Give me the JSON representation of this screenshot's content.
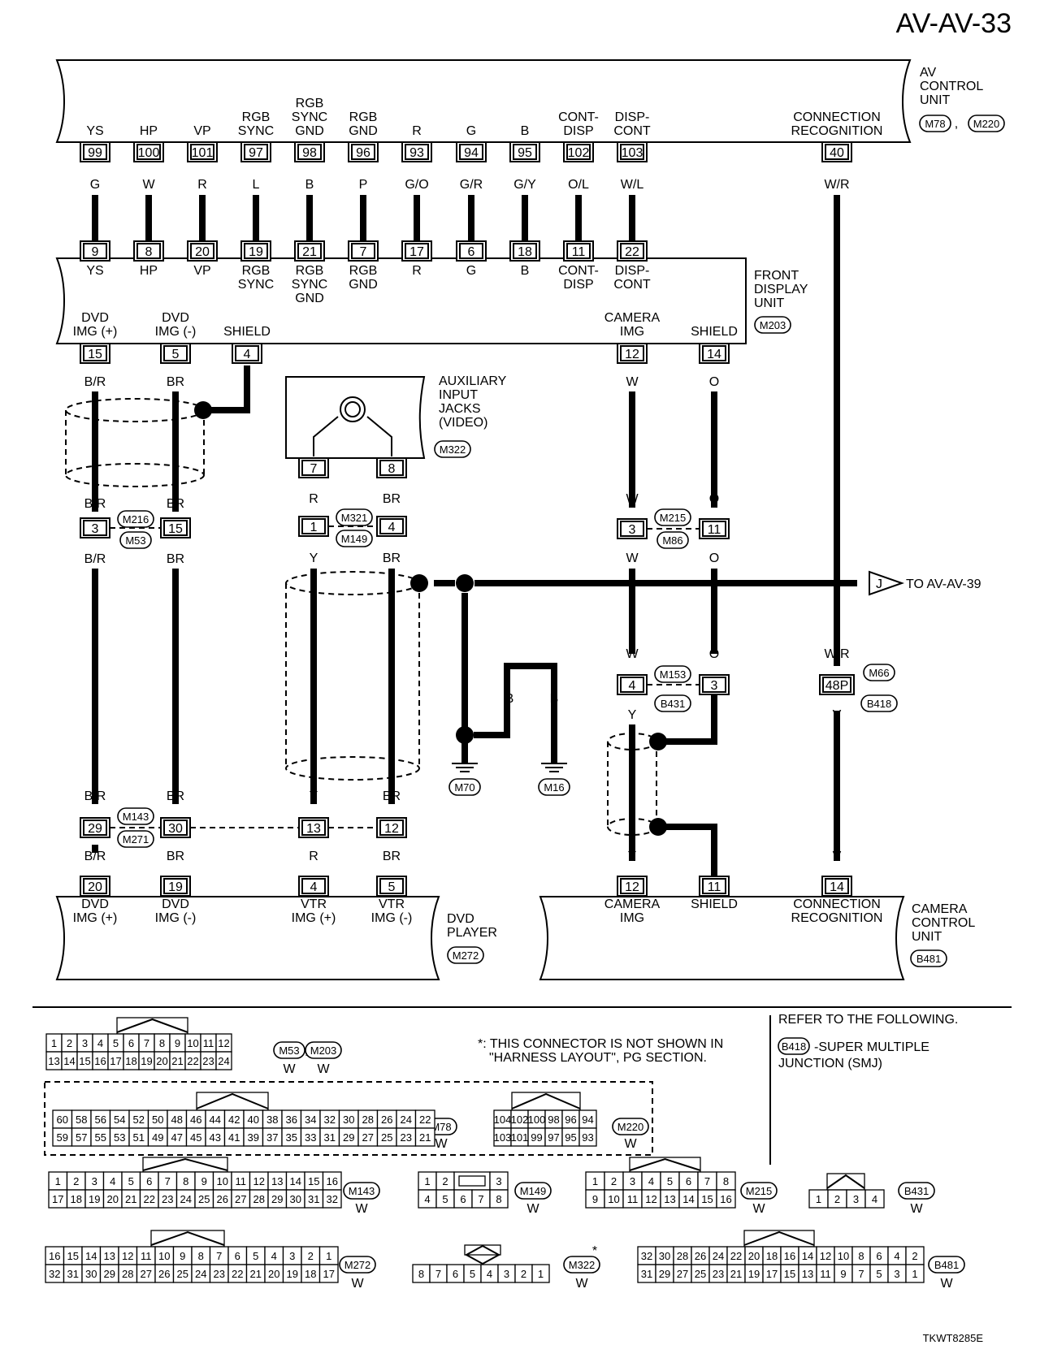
{
  "page_id": "AV-AV-33",
  "figure_code": "TKWT8285E",
  "av_control_unit": {
    "name": [
      "AV",
      "CONTROL",
      "UNIT"
    ],
    "connectors": [
      "M78",
      "M220"
    ],
    "pins": [
      {
        "label": [
          "YS"
        ],
        "pin": "99",
        "color": "G"
      },
      {
        "label": [
          "HP"
        ],
        "pin": "100",
        "color": "W"
      },
      {
        "label": [
          "VP"
        ],
        "pin": "101",
        "color": "R"
      },
      {
        "label": [
          "RGB",
          "SYNC"
        ],
        "pin": "97",
        "color": "L"
      },
      {
        "label": [
          "RGB",
          "SYNC",
          "GND"
        ],
        "pin": "98",
        "color": "B"
      },
      {
        "label": [
          "RGB",
          "GND"
        ],
        "pin": "96",
        "color": "P"
      },
      {
        "label": [
          "R"
        ],
        "pin": "93",
        "color": "G/O"
      },
      {
        "label": [
          "G"
        ],
        "pin": "94",
        "color": "G/R"
      },
      {
        "label": [
          "B"
        ],
        "pin": "95",
        "color": "G/Y"
      },
      {
        "label": [
          "CONT-",
          "DISP"
        ],
        "pin": "102",
        "color": "O/L"
      },
      {
        "label": [
          "DISP-",
          "CONT"
        ],
        "pin": "103",
        "color": "W/L"
      },
      {
        "label": [
          "CONNECTION",
          "RECOGNITION"
        ],
        "pin": "40",
        "color": "W/R"
      }
    ]
  },
  "front_display_unit": {
    "name": [
      "FRONT",
      "DISPLAY",
      "UNIT"
    ],
    "connector": "M203",
    "top_pins": [
      {
        "pin": "9",
        "label": [
          "YS"
        ]
      },
      {
        "pin": "8",
        "label": [
          "HP"
        ]
      },
      {
        "pin": "20",
        "label": [
          "VP"
        ]
      },
      {
        "pin": "19",
        "label": [
          "RGB",
          "SYNC"
        ]
      },
      {
        "pin": "21",
        "label": [
          "RGB",
          "SYNC",
          "GND"
        ]
      },
      {
        "pin": "7",
        "label": [
          "RGB",
          "GND"
        ]
      },
      {
        "pin": "17",
        "label": [
          "R"
        ]
      },
      {
        "pin": "6",
        "label": [
          "G"
        ]
      },
      {
        "pin": "18",
        "label": [
          "B"
        ]
      },
      {
        "pin": "11",
        "label": [
          "CONT-",
          "DISP"
        ]
      },
      {
        "pin": "22",
        "label": [
          "DISP-",
          "CONT"
        ]
      }
    ],
    "bottom_pins": [
      {
        "pin": "15",
        "label": [
          "DVD",
          "IMG (+)"
        ]
      },
      {
        "pin": "5",
        "label": [
          "DVD",
          "IMG (-)"
        ]
      },
      {
        "pin": "4",
        "label": [
          "SHIELD"
        ]
      },
      {
        "pin": "12",
        "label": [
          "CAMERA",
          "IMG"
        ]
      },
      {
        "pin": "14",
        "label": [
          "SHIELD"
        ]
      }
    ]
  },
  "aux_jacks": {
    "name": [
      "AUXILIARY",
      "INPUT",
      "JACKS",
      "(VIDEO)"
    ],
    "connector": "M322",
    "pins": [
      "7",
      "8"
    ]
  },
  "inline": {
    "dvd_pair": {
      "top": "M216",
      "bottom": "M53",
      "pins": [
        "3",
        "15"
      ]
    },
    "vtr_pair": {
      "top": "M321",
      "bottom": "M149",
      "pins": [
        "1",
        "4"
      ]
    },
    "cam_pair_upper": {
      "top": "M215",
      "bottom": "M86",
      "pins": [
        "3",
        "11"
      ]
    },
    "cam_pair_lower": {
      "top": "M153",
      "bottom": "B431",
      "pins": [
        "4",
        "3"
      ]
    },
    "recog": {
      "top": "M66",
      "bottom": "B418",
      "pin": "48P"
    },
    "dvd_bottom": {
      "top": "M143",
      "bottom": "M271",
      "pins": [
        "29",
        "30",
        "13",
        "12"
      ]
    }
  },
  "wire_colors": {
    "dvd_plus": [
      "B/R",
      "B/R",
      "B/R",
      "B/R",
      "B/R"
    ],
    "dvd_minus": [
      "BR",
      "BR",
      "BR",
      "BR",
      "BR"
    ],
    "vtr_plus": [
      "R",
      "Y",
      "Y",
      "R"
    ],
    "vtr_minus": [
      "BR",
      "BR",
      "BR",
      "BR"
    ],
    "cam_img": [
      "W",
      "W",
      "W",
      "W",
      "Y",
      "Y"
    ],
    "cam_shield": [
      "O",
      "O",
      "O",
      "O"
    ],
    "recog": [
      "W/R",
      "W/R",
      "V",
      "V"
    ],
    "ground": [
      "B",
      "B"
    ]
  },
  "grounds": [
    "M70",
    "M16"
  ],
  "to_link": {
    "letter": "J",
    "text": "TO AV-AV-39"
  },
  "dvd_player": {
    "name": [
      "DVD",
      "PLAYER"
    ],
    "connector": "M272",
    "pins": [
      {
        "pin": "20",
        "label": [
          "DVD",
          "IMG (+)"
        ]
      },
      {
        "pin": "19",
        "label": [
          "DVD",
          "IMG (-)"
        ]
      },
      {
        "pin": "4",
        "label": [
          "VTR",
          "IMG (+)"
        ]
      },
      {
        "pin": "5",
        "label": [
          "VTR",
          "IMG (-)"
        ]
      }
    ]
  },
  "camera_control_unit": {
    "name": [
      "CAMERA",
      "CONTROL",
      "UNIT"
    ],
    "connector": "B481",
    "pins": [
      {
        "pin": "12",
        "label": [
          "CAMERA",
          "IMG"
        ]
      },
      {
        "pin": "11",
        "label": [
          "SHIELD"
        ]
      },
      {
        "pin": "14",
        "label": [
          "CONNECTION",
          "RECOGNITION"
        ]
      }
    ]
  },
  "notes": {
    "star": "*: THIS CONNECTOR IS NOT SHOWN IN",
    "star2": "\"HARNESS LAYOUT\", PG SECTION.",
    "refer": "REFER TO THE FOLLOWING.",
    "smj_tag": "B418",
    "smj1": "-SUPER MULTIPLE",
    "smj2": "JUNCTION (SMJ)"
  },
  "connector_faces": [
    {
      "tags": [
        "M53",
        "M203"
      ],
      "color": "W",
      "rows": [
        [
          "1",
          "2",
          "3",
          "4",
          "5",
          "6",
          "7",
          "8",
          "9",
          "10",
          "11",
          "12"
        ],
        [
          "13",
          "14",
          "15",
          "16",
          "17",
          "18",
          "19",
          "20",
          "21",
          "22",
          "23",
          "24"
        ]
      ]
    },
    {
      "tags": [
        "M78"
      ],
      "color": "W",
      "rows": [
        [
          "60",
          "58",
          "56",
          "54",
          "52",
          "50",
          "48",
          "46",
          "44",
          "42",
          "40",
          "38",
          "36",
          "34",
          "32",
          "30",
          "28",
          "26",
          "24",
          "22"
        ],
        [
          "59",
          "57",
          "55",
          "53",
          "51",
          "49",
          "47",
          "45",
          "43",
          "41",
          "39",
          "37",
          "35",
          "33",
          "31",
          "29",
          "27",
          "25",
          "23",
          "21"
        ]
      ]
    },
    {
      "tags": [
        "M220"
      ],
      "color": "W",
      "rows": [
        [
          "104",
          "102",
          "100",
          "98",
          "96",
          "94"
        ],
        [
          "103",
          "101",
          "99",
          "97",
          "95",
          "93"
        ]
      ]
    },
    {
      "tags": [
        "M143"
      ],
      "color": "W",
      "rows": [
        [
          "1",
          "2",
          "3",
          "4",
          "5",
          "6",
          "7",
          "8",
          "9",
          "10",
          "11",
          "12",
          "13",
          "14",
          "15",
          "16"
        ],
        [
          "17",
          "18",
          "19",
          "20",
          "21",
          "22",
          "23",
          "24",
          "25",
          "26",
          "27",
          "28",
          "29",
          "30",
          "31",
          "32"
        ]
      ]
    },
    {
      "tags": [
        "M149"
      ],
      "color": "W",
      "rows": [
        [
          "1",
          "2",
          "",
          "3"
        ],
        [
          "4",
          "5",
          "6",
          "7",
          "8"
        ]
      ]
    },
    {
      "tags": [
        "M215"
      ],
      "color": "W",
      "rows": [
        [
          "1",
          "2",
          "3",
          "4",
          "5",
          "6",
          "7",
          "8"
        ],
        [
          "9",
          "10",
          "11",
          "12",
          "13",
          "14",
          "15",
          "16"
        ]
      ]
    },
    {
      "tags": [
        "B431"
      ],
      "color": "W",
      "rows": [
        [
          "1",
          "2",
          "3",
          "4"
        ]
      ]
    },
    {
      "tags": [
        "M272"
      ],
      "color": "W",
      "rows": [
        [
          "16",
          "15",
          "14",
          "13",
          "12",
          "11",
          "10",
          "9",
          "8",
          "7",
          "6",
          "5",
          "4",
          "3",
          "2",
          "1"
        ],
        [
          "32",
          "31",
          "30",
          "29",
          "28",
          "27",
          "26",
          "25",
          "24",
          "23",
          "22",
          "21",
          "20",
          "19",
          "18",
          "17"
        ]
      ]
    },
    {
      "tags": [
        "M322"
      ],
      "color": "W",
      "star": "*",
      "rows": [
        [
          "8",
          "7",
          "6",
          "5",
          "4",
          "3",
          "2",
          "1"
        ]
      ]
    },
    {
      "tags": [
        "B481"
      ],
      "color": "W",
      "rows": [
        [
          "32",
          "30",
          "28",
          "26",
          "24",
          "22",
          "20",
          "18",
          "16",
          "14",
          "12",
          "10",
          "8",
          "6",
          "4",
          "2"
        ],
        [
          "31",
          "29",
          "27",
          "25",
          "23",
          "21",
          "19",
          "17",
          "15",
          "13",
          "11",
          "9",
          "7",
          "5",
          "3",
          "1"
        ]
      ]
    }
  ]
}
